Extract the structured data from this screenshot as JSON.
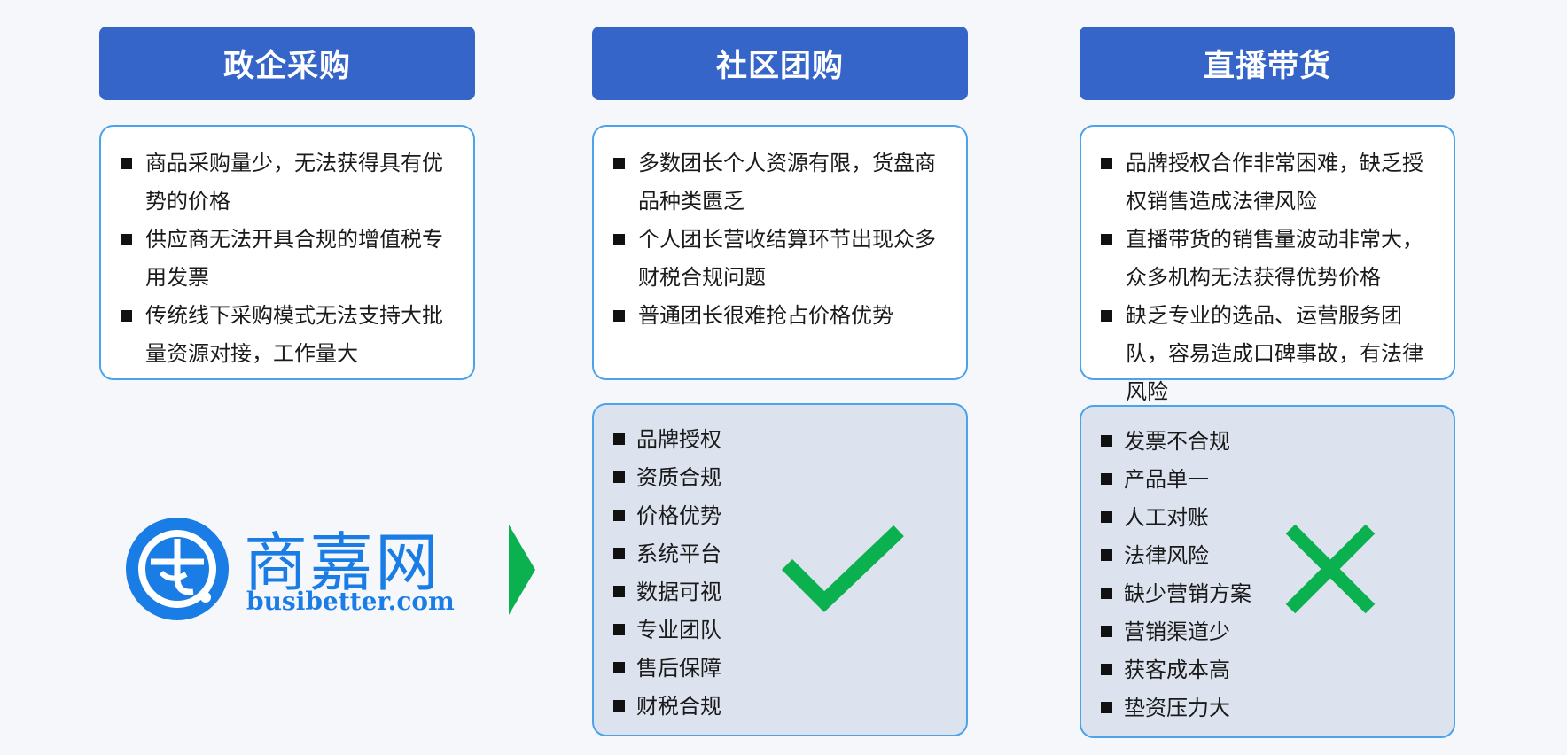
{
  "columns": [
    {
      "title": "政企采购",
      "pain_points": [
        "商品采购量少，无法获得具有优势的价格",
        "供应商无法开具合规的增值税专用发票",
        "传统线下采购模式无法支持大批量资源对接，工作量大"
      ]
    },
    {
      "title": "社区团购",
      "pain_points": [
        "多数团长个人资源有限，货盘商品种类匮乏",
        "个人团长营收结算环节出现众多财税合规问题",
        "普通团长很难抢占价格优势"
      ]
    },
    {
      "title": "直播带货",
      "pain_points": [
        "品牌授权合作非常困难，缺乏授权销售造成法律风险",
        "直播带货的销售量波动非常大，众多机构无法获得优势价格",
        "缺乏专业的选品、运营服务团队，容易造成口碑事故，有法律风险"
      ]
    }
  ],
  "advantages": {
    "items": [
      "品牌授权",
      "资质合规",
      "价格优势",
      "系统平台",
      "数据可视",
      "专业团队",
      "售后保障",
      "财税合规"
    ],
    "mark": "check-icon",
    "mark_color": "#0bb04f"
  },
  "drawbacks": {
    "items": [
      "发票不合规",
      "产品单一",
      "人工对账",
      "法律风险",
      "缺少营销方案",
      "营销渠道少",
      "获客成本高",
      "垫资压力大"
    ],
    "mark": "cross-icon",
    "mark_color": "#0bb04f"
  },
  "logo": {
    "name": "商嘉网",
    "domain": "busibetter.com",
    "color": "#1a7de6"
  },
  "colors": {
    "header": "#3665c9",
    "card_border": "#4da3ea",
    "shaded_card": "#dce3ee",
    "arrow": "#0bb04f"
  }
}
